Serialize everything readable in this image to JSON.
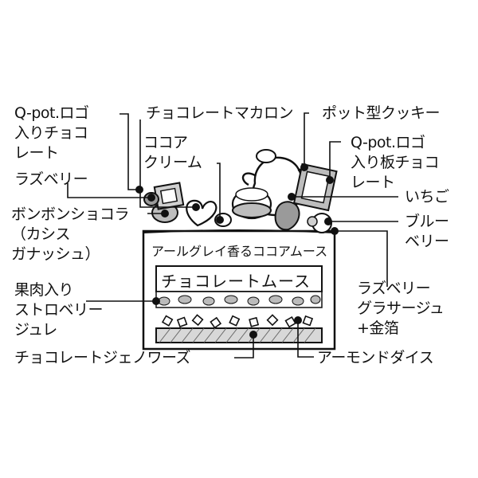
{
  "labels": {
    "qpot_logo_choco": "Q-pot.ロゴ\n入りチョコ\nレート",
    "raspberry": "ラズベリー",
    "bonbon": "ボンボンショコラ\n（カシス\nガナッシュ）",
    "fruit_jelly": "果肉入り\nストロベリー\nジュレ",
    "genoise": "チョコレートジェノワーズ",
    "macaron": "チョコレートマカロン",
    "cocoa_cream": "ココア\nクリーム",
    "pot_cookie": "ポット型クッキー",
    "qpot_board_choco": "Q-pot.ロゴ\n入り板チョコ\nレート",
    "strawberry": "いちご",
    "blueberry": "ブルー\nベリー",
    "raspberry_glacage": "ラズベリー\nグラサージュ\n+金箔",
    "almond": "アーモンドダイス"
  },
  "layers": {
    "earl_grey_mousse": "アールグレイ香るココアムース",
    "choco_mousse": "チョコレートムース"
  }
}
